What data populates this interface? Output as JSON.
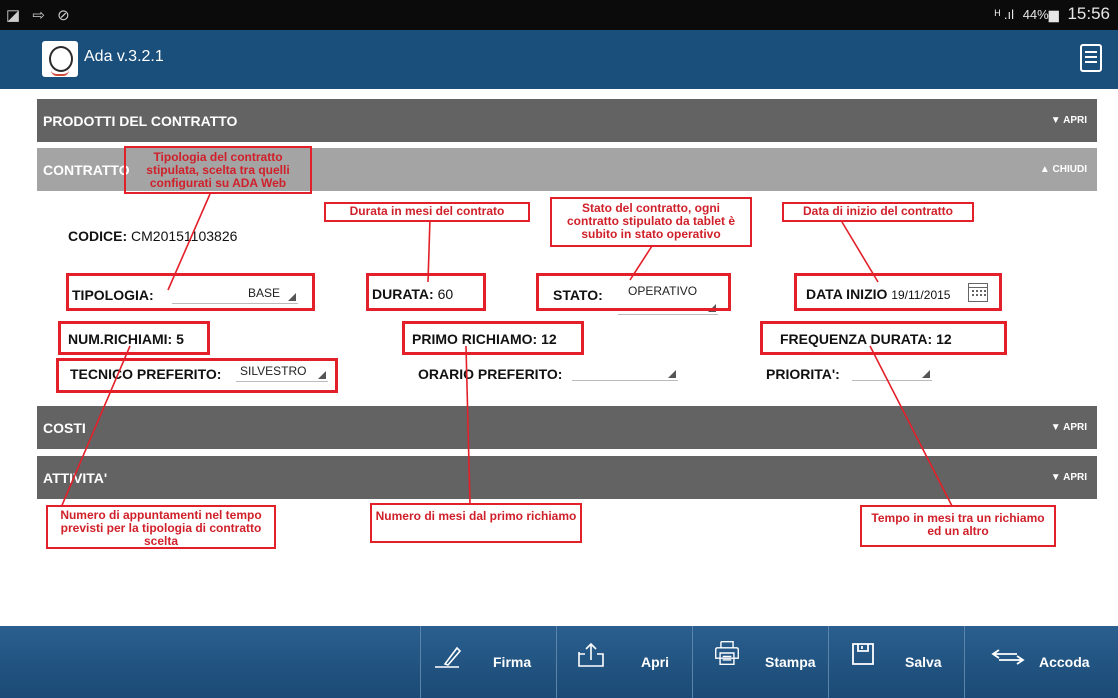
{
  "statusbar": {
    "left_icons": "◪ ⇨ ⊘",
    "signal": "ᴴ .ıl",
    "battery": "44%▆",
    "time": "15:56"
  },
  "app": {
    "name": "Ada v.3.2.1"
  },
  "sections": {
    "prodotti": {
      "title": "PRODOTTI DEL CONTRATTO",
      "toggle": "▼ APRI"
    },
    "contratto": {
      "title": "CONTRATTO",
      "toggle": "▲ CHIUDI"
    },
    "costi": {
      "title": "COSTI",
      "toggle": "▼ APRI"
    },
    "attivita": {
      "title": "ATTIVITA'",
      "toggle": "▼ APRI"
    }
  },
  "form": {
    "codice": {
      "label": "CODICE:",
      "value": "CM20151103826"
    },
    "tipologia": {
      "label": "TIPOLOGIA:",
      "value": "BASE"
    },
    "durata": {
      "label": "DURATA:",
      "value": "60"
    },
    "stato": {
      "label": "STATO:",
      "value": "OPERATIVO"
    },
    "data_inizio": {
      "label": "DATA INIZIO",
      "value": "19/11/2015"
    },
    "num_richiami": {
      "label": "NUM.RICHIAMI:",
      "value": "5"
    },
    "primo_richiamo": {
      "label": "PRIMO RICHIAMO:",
      "value": "12"
    },
    "frequenza_durata": {
      "label": "FREQUENZA DURATA:",
      "value": "12"
    },
    "tecnico_preferito": {
      "label": "TECNICO PREFERITO:",
      "value": "SILVESTRO"
    },
    "orario_preferito": {
      "label": "ORARIO PREFERITO:",
      "value": ""
    },
    "priorita": {
      "label": "PRIORITA':",
      "value": ""
    }
  },
  "annotations": {
    "tipologia": "Tipologia del contratto stipulata, scelta tra quelli configurati su ADA Web",
    "durata": "Durata in mesi del contrato",
    "stato": "Stato del contratto, ogni contratto stipulato da tablet è subito in stato operativo",
    "data_inizio": "Data di inizio del contratto",
    "num_richiami": "Numero di appuntamenti nel tempo previsti per la tipologia di contratto scelta",
    "primo_richiamo": "Numero di mesi dal primo richiamo",
    "frequenza": "Tempo in mesi tra un richiamo ed un altro"
  },
  "toolbar": {
    "firma": "Firma",
    "apri": "Apri",
    "stampa": "Stampa",
    "salva": "Salva",
    "accoda": "Accoda"
  },
  "colors": {
    "appbar": "#1a4f7c",
    "section_dark": "#636363",
    "section_light": "#a4a4a4",
    "annotation": "#e3202a"
  }
}
